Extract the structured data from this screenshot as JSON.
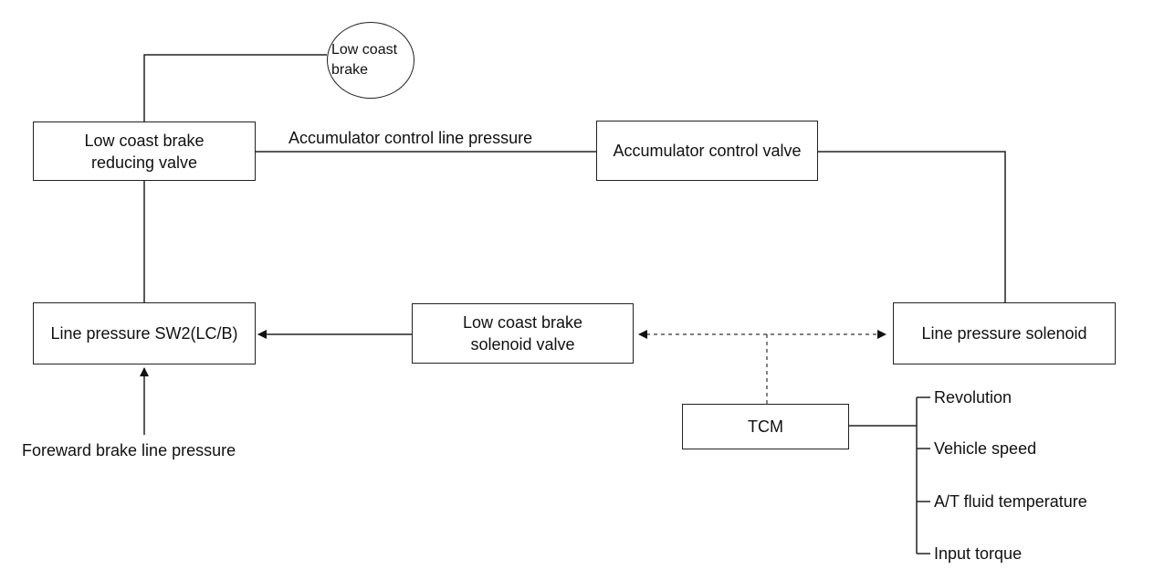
{
  "nodes": {
    "low_coast_brake": "Low coast brake",
    "reducing_valve": "Low coast brake reducing valve",
    "accumulator_valve": "Accumulator control valve",
    "line_pressure_sw2": "Line pressure SW2(LC/B)",
    "solenoid_valve": "Low coast brake solenoid valve",
    "line_pressure_solenoid": "Line pressure solenoid",
    "tcm": "TCM"
  },
  "labels": {
    "accumulator_line": "Accumulator control line pressure",
    "forward_brake": "Foreward brake line pressure"
  },
  "tcm_inputs": [
    "Revolution",
    "Vehicle speed",
    "A/T fluid temperature",
    "Input torque"
  ]
}
